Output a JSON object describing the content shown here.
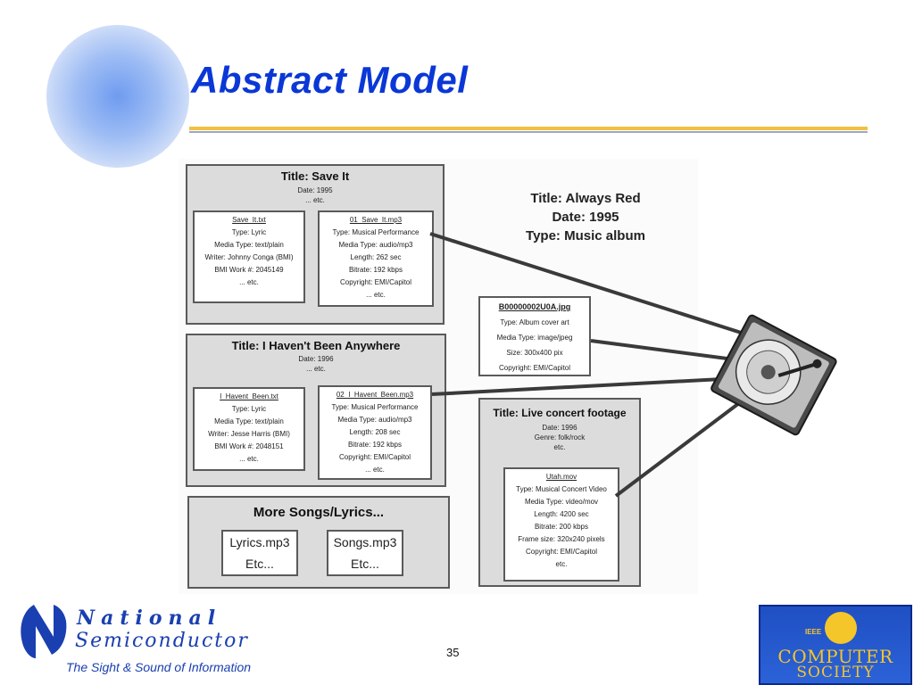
{
  "slide": {
    "title": "Abstract Model",
    "page_number": "35"
  },
  "panel1": {
    "title": "Title: Save It",
    "date": "Date: 1995",
    "etc": "... etc.",
    "lyric": {
      "header": "Save_It.txt",
      "lines": [
        "Type: Lyric",
        "Media Type: text/plain",
        "Writer: Johnny Conga (BMI)",
        "BMI Work #: 2045149",
        "... etc."
      ]
    },
    "song": {
      "header": "01_Save_It.mp3",
      "lines": [
        "Type: Musical Performance",
        "Media Type: audio/mp3",
        "Length: 262 sec",
        "Bitrate: 192 kbps",
        "Copyright: EMI/Capitol",
        "... etc."
      ]
    }
  },
  "panel2": {
    "title": "Title: I Haven't Been Anywhere",
    "date": "Date: 1996",
    "etc": "... etc.",
    "lyric": {
      "header": "I_Havent_Been.txt",
      "lines": [
        "Type: Lyric",
        "Media Type: text/plain",
        "Writer: Jesse Harris (BMI)",
        "BMI Work #: 2048151",
        "... etc."
      ]
    },
    "song": {
      "header": "02_I_Havent_Been.mp3",
      "lines": [
        "Type: Musical Performance",
        "Media Type: audio/mp3",
        "Length: 208 sec",
        "Bitrate: 192 kbps",
        "Copyright: EMI/Capitol",
        "... etc."
      ]
    }
  },
  "panel3": {
    "title": "More Songs/Lyrics...",
    "box1": {
      "name": "Lyrics.mp3",
      "etc": "Etc..."
    },
    "box2": {
      "name": "Songs.mp3",
      "etc": "Etc..."
    }
  },
  "album": {
    "title": "Title: Always Red",
    "date": "Date: 1995",
    "type": "Type: Music album"
  },
  "cover": {
    "header": "B00000002U0A.jpg",
    "lines": [
      "Type: Album cover art",
      "Media Type: image/jpeg",
      "Size: 300x400 pix",
      "Copyright: EMI/Capitol"
    ]
  },
  "concert": {
    "title": "Title: Live concert footage",
    "date": "Date: 1996",
    "genre": "Genre: folk/rock",
    "etc": "etc.",
    "video": {
      "header": "Utah.mov",
      "lines": [
        "Type: Musical Concert Video",
        "Media Type: video/mov",
        "Length: 4200 sec",
        "Bitrate: 200 kbps",
        "Frame size: 320x240 pixels",
        "Copyright: EMI/Capitol",
        "etc."
      ]
    }
  },
  "branding": {
    "ns_name_1": "National",
    "ns_name_2": "Semiconductor",
    "ns_tagline": "The Sight & Sound of Information",
    "ieee_small": "IEEE",
    "ieee_line1": "COMPUTER",
    "ieee_line2": "SOCIETY"
  },
  "colors": {
    "title_blue": "#0a37d6",
    "rule_gold": "#f0c040",
    "ieee_gold": "#f5c62a"
  }
}
